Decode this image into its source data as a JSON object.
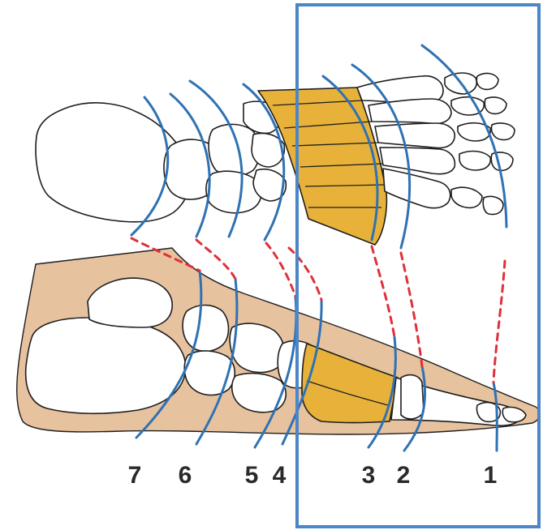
{
  "colors": {
    "amputation_line": "#2f72b3",
    "connector": "#e0303a",
    "highlight_bone": "#e8b23a",
    "soft_tissue": "#e7c29f",
    "frame": "#4a86c8"
  },
  "level_labels": [
    "7",
    "6",
    "5",
    "4",
    "3",
    "2",
    "1"
  ]
}
